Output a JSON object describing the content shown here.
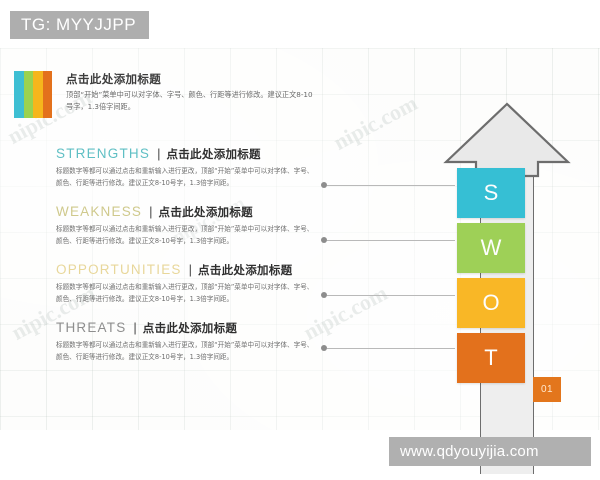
{
  "badge": {
    "tg_label": "TG: MYYJJPP"
  },
  "footer": {
    "url": "www.qdyouyijia.com"
  },
  "page_number": "01",
  "watermark": {
    "text": "nipic.com"
  },
  "title_block": {
    "heading": "点击此处添加标题",
    "description": "顶部“开始”菜单中可以对字体、字号、颜色、行距等进行修改。建议正文8-10号字，1.3倍字间距。",
    "bar_colors": [
      "#3ebfd3",
      "#9bd24f",
      "#f6b61c",
      "#e3711c"
    ]
  },
  "rows": [
    {
      "key": "STRENGTHS",
      "separator": "|",
      "title": "点击此处添加标题",
      "body": "标题数字等都可以通过点击和重新输入进行更改，顶部“开始”菜单中可以对字体、字号、颜色、行距等进行修改。建议正文8-10号字，1.3倍字间距。",
      "key_color": "#5fbfc4"
    },
    {
      "key": "WEAKNESS",
      "separator": "|",
      "title": "点击此处添加标题",
      "body": "标题数字等都可以通过点击和重新输入进行更改，顶部“开始”菜单中可以对字体、字号、颜色、行距等进行修改。建议正文8-10号字，1.3倍字间距。",
      "key_color": "#cfc98c"
    },
    {
      "key": "OPPORTUNITIES",
      "separator": "|",
      "title": "点击此处添加标题",
      "body": "标题数字等都可以通过点击和重新输入进行更改，顶部“开始”菜单中可以对字体、字号、颜色、行距等进行修改。建议正文8-10号字，1.3倍字间距。",
      "key_color": "#e8d79a"
    },
    {
      "key": "THREATS",
      "separator": "|",
      "title": "点击此处添加标题",
      "body": "标题数字等都可以通过点击和重新输入进行更改，顶部“开始”菜单中可以对字体、字号、颜色、行距等进行修改。建议正文8-10号字，1.3倍字间距。",
      "key_color": "#8e8e8e"
    }
  ],
  "swot_blocks": [
    {
      "letter": "S",
      "color": "#36bfd4"
    },
    {
      "letter": "W",
      "color": "#9ed057"
    },
    {
      "letter": "O",
      "color": "#f9b726"
    },
    {
      "letter": "T",
      "color": "#e3711c"
    }
  ],
  "arrow": {
    "fill": "#e9e9e9",
    "stroke": "#6d6d6d"
  }
}
